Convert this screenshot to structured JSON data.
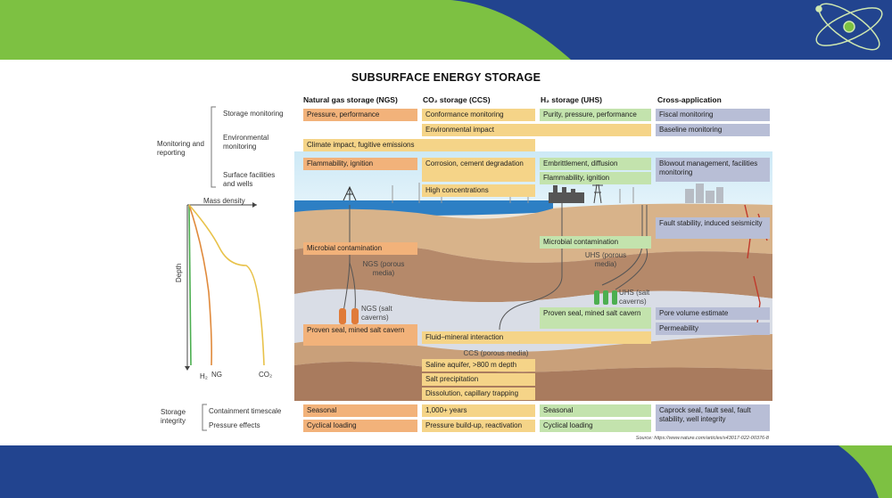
{
  "title": "SUBSURFACE ENERGY STORAGE",
  "columns": [
    {
      "id": "ngs",
      "label": "Natural gas storage (NGS)"
    },
    {
      "id": "ccs",
      "label": "CO₂ storage (CCS)"
    },
    {
      "id": "uhs",
      "label": "H₂ storage (UHS)"
    },
    {
      "id": "cross",
      "label": "Cross-application"
    }
  ],
  "groups": {
    "monitoring": "Monitoring and reporting",
    "storage_integrity": "Storage integrity"
  },
  "row_labels": {
    "storage_monitoring": "Storage monitoring",
    "environmental_monitoring": "Environmental monitoring",
    "surface_facilities": "Surface facilities and wells",
    "containment_timescale": "Containment timescale",
    "pressure_effects": "Pressure effects"
  },
  "boxes": {
    "ngs_monitoring": "Pressure, performance",
    "ccs_monitoring": "Conformance monitoring",
    "uhs_monitoring": "Purity, pressure, performance",
    "cross_monitoring": "Fiscal monitoring",
    "env_impact": "Environmental impact",
    "cross_baseline": "Baseline monitoring",
    "climate_impact": "Climate impact, fugitive emissions",
    "ngs_flammability": "Flammability, ignition",
    "ccs_corrosion": "Corrosion, cement degradation",
    "ccs_high_conc": "High concentrations",
    "uhs_embrittlement": "Embrittlement, diffusion",
    "uhs_flammability": "Flammability, ignition",
    "cross_blowout": "Blowout management, facilities monitoring",
    "cross_fault": "Fault stability, induced seismicity",
    "ngs_microbial": "Microbial contamination",
    "uhs_microbial": "Microbial contamination",
    "ngs_seal": "Proven seal, mined salt cavern",
    "uhs_seal": "Proven seal, mined salt cavern",
    "cross_pore": "Pore volume estimate",
    "cross_perm": "Permeability",
    "fluid_mineral": "Fluid–mineral interaction",
    "ccs_saline": "Saline aquifer, >800 m depth",
    "ccs_salt_precip": "Salt precipitation",
    "ccs_dissolution": "Dissolution, capillary trapping",
    "ngs_seasonal": "Seasonal",
    "ccs_years": "1,000+ years",
    "uhs_seasonal": "Seasonal",
    "cross_caprock": "Caprock seal, fault seal, fault stability, well integrity",
    "ngs_cyclical": "Cyclical loading",
    "ccs_pressure": "Pressure build-up, reactivation",
    "uhs_cyclical": "Cyclical loading"
  },
  "diagram_labels": {
    "ngs_porous": "NGS (porous media)",
    "ngs_salt": "NGS (salt caverns)",
    "uhs_porous": "UHS (porous media)",
    "uhs_salt": "UHS (salt caverns)",
    "ccs_porous": "CCS (porous media)"
  },
  "density_plot": {
    "x_label": "Mass density",
    "y_label": "Depth",
    "curves": [
      "H₂",
      "NG",
      "CO₂"
    ],
    "colors": {
      "h2": "#4caf50",
      "ng": "#e08a3c",
      "co2": "#e8c24a"
    }
  },
  "source": "Source: https://www.nature.com/articles/s43017-022-00376-8",
  "colors": {
    "blue": "#22448f",
    "green": "#7dc142",
    "ngs": "#f2b27a",
    "ccs": "#f5d488",
    "uhs": "#c3e3ad",
    "cross": "#b8bed6"
  }
}
